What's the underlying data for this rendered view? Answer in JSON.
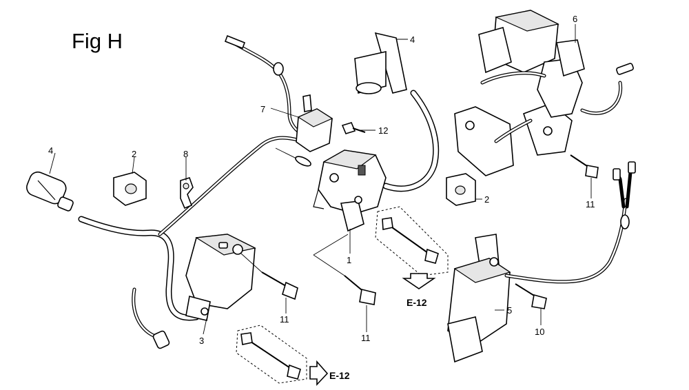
{
  "figure": {
    "title": "Fig H"
  },
  "callouts": {
    "c1": "1",
    "c2a": "2",
    "c2b": "2",
    "c3": "3",
    "c4a": "4",
    "c4b": "4",
    "c5": "5",
    "c6": "6",
    "c7": "7",
    "c8": "8",
    "c10": "10",
    "c11a": "11",
    "c11b": "11",
    "c11c": "11",
    "c12": "12"
  },
  "references": {
    "e12_top": "E-12",
    "e12_bottom": "E-12"
  }
}
